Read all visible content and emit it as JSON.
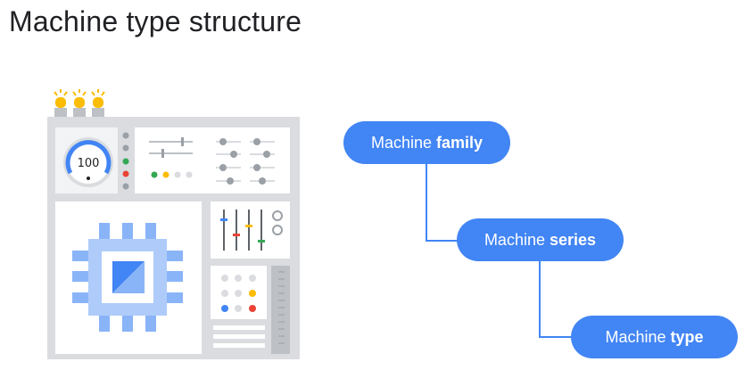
{
  "title": "Machine type structure",
  "hierarchy": [
    {
      "prefix": "Machine",
      "emphasis": "family"
    },
    {
      "prefix": "Machine",
      "emphasis": "series"
    },
    {
      "prefix": "Machine",
      "emphasis": "type"
    }
  ],
  "gauge_value": "100",
  "colors": {
    "accent": "#4285f4",
    "panel_gray": "#e8eaed",
    "frame_gray": "#dadce0",
    "yellow": "#fbbc04",
    "green": "#34a853",
    "red": "#ea4335",
    "light_blue": "#aecbfa"
  },
  "icons": [
    "server-rack-illustration",
    "cpu-chip-icon",
    "gauge-icon",
    "light-bulb-icon"
  ]
}
